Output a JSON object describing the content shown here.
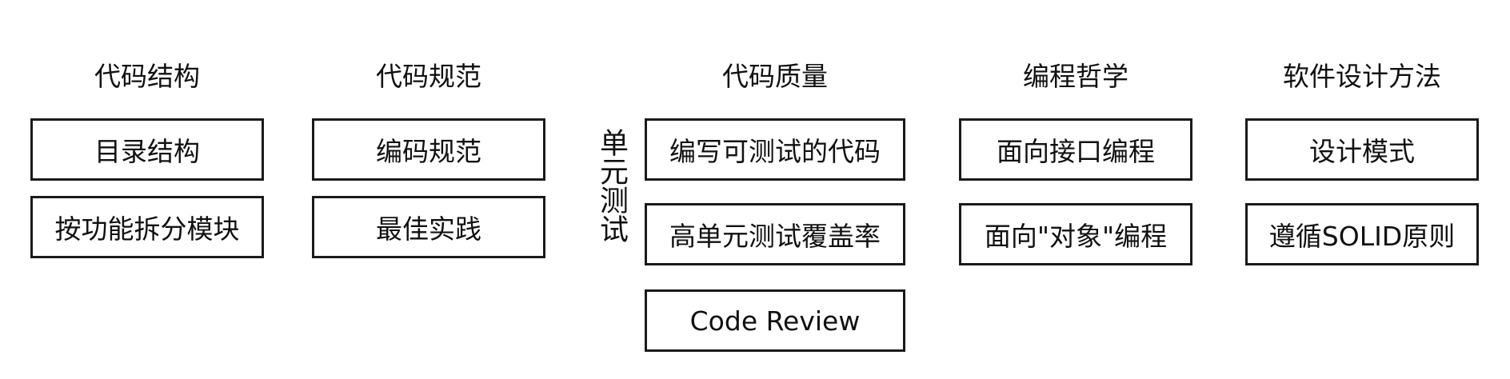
{
  "columns": [
    {
      "title": "代码结构",
      "items": [
        "目录结构",
        "按功能拆分模块"
      ]
    },
    {
      "title": "代码规范",
      "items": [
        "编码规范",
        "最佳实践"
      ]
    },
    {
      "title": "代码质量",
      "side_label": "单元测试",
      "items": [
        "编写可测试的代码",
        "高单元测试覆盖率",
        "Code Review"
      ]
    },
    {
      "title": "编程哲学",
      "items": [
        "面向接口编程",
        "面向\"对象\"编程"
      ]
    },
    {
      "title": "软件设计方法",
      "items": [
        "设计模式",
        "遵循SOLID原则"
      ]
    }
  ]
}
